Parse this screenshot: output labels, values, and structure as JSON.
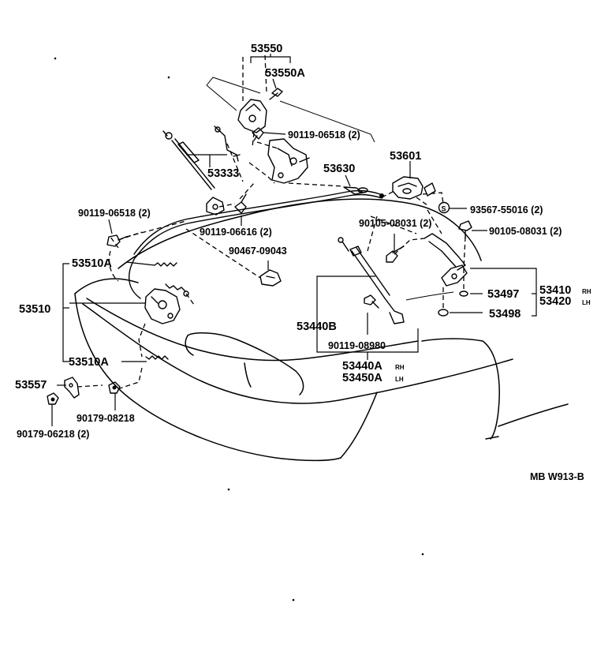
{
  "labels": {
    "p53550": "53550",
    "p53550A": "53550A",
    "p90119_06518_top": "90119-06518 (2)",
    "p53601": "53601",
    "p53630": "53630",
    "p53333": "53333",
    "p90119_06518_left": "90119-06518 (2)",
    "p93567": "93567-55016 (2)",
    "p90119_06616": "90119-06616 (2)",
    "p90105_08031_left": "90105-08031 (2)",
    "p90105_08031_right": "90105-08031 (2)",
    "p90467": "90467-09043",
    "p53510A_top": "53510A",
    "p53510": "53510",
    "p53497": "53497",
    "p53410": "53410",
    "p53410_sub": "RH",
    "p53420": "53420",
    "p53420_sub": "LH",
    "p53498": "53498",
    "p53440B": "53440B",
    "p90119_08980": "90119-08980",
    "p53440A": "53440A",
    "p53440A_sub": "RH",
    "p53450A": "53450A",
    "p53450A_sub": "LH",
    "p53510A_bot": "53510A",
    "p53557": "53557",
    "p90179_08218": "90179-08218",
    "p90179_06218": "90179-06218 (2)",
    "diagram_code": "MB W913-B"
  }
}
